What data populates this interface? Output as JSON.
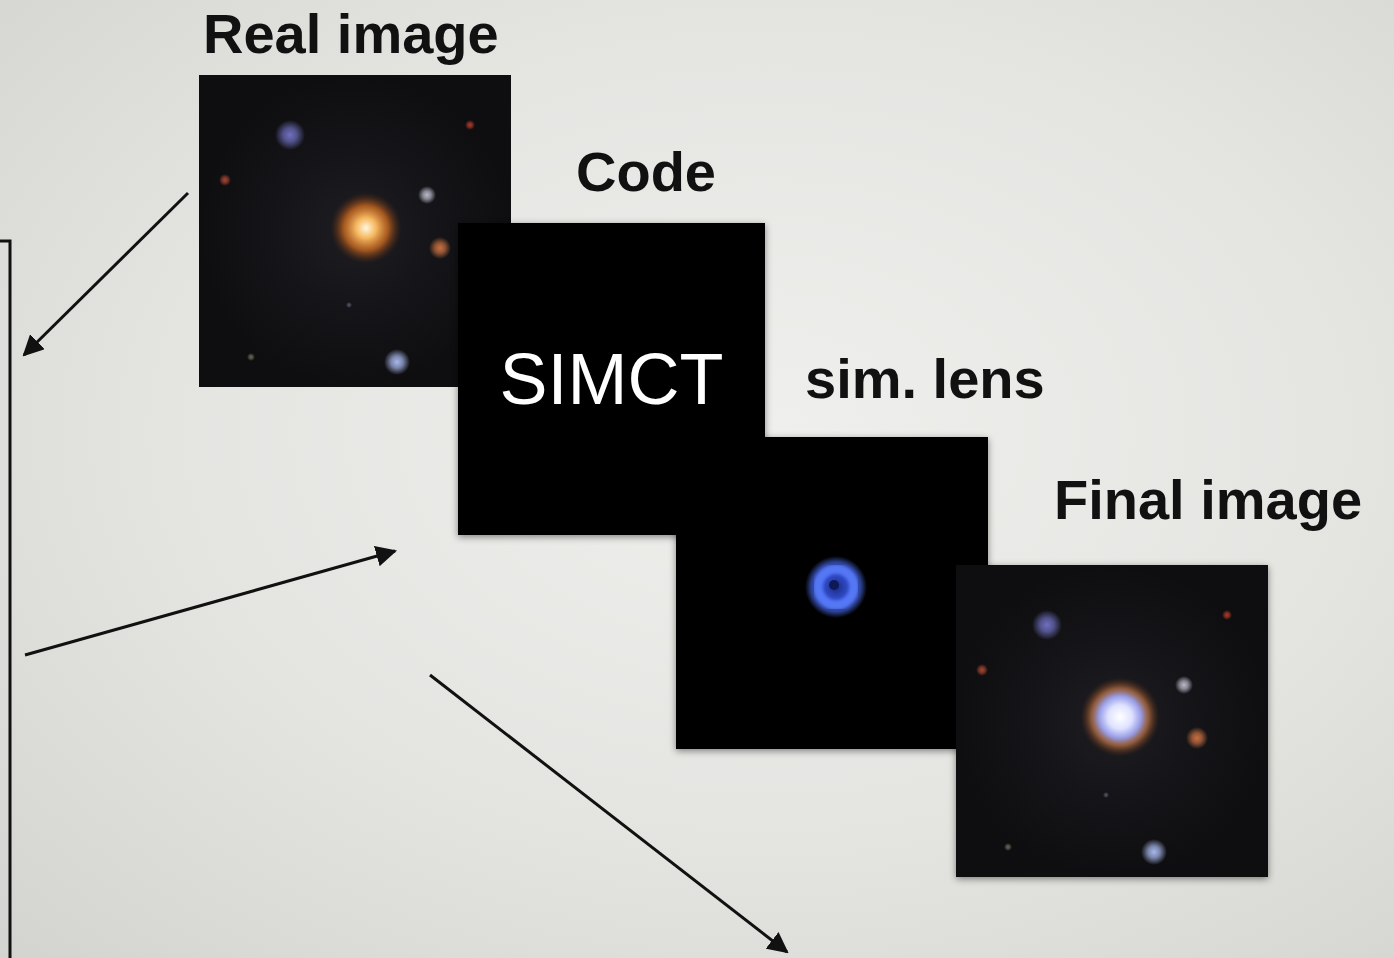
{
  "diagram": {
    "nodes": [
      {
        "text": [
          "Real image"
        ]
      },
      {
        "text": [
          "Code",
          "SIMCT"
        ]
      },
      {
        "text": [
          "sim. lens"
        ]
      },
      {
        "text": [
          "Final image"
        ]
      }
    ]
  }
}
